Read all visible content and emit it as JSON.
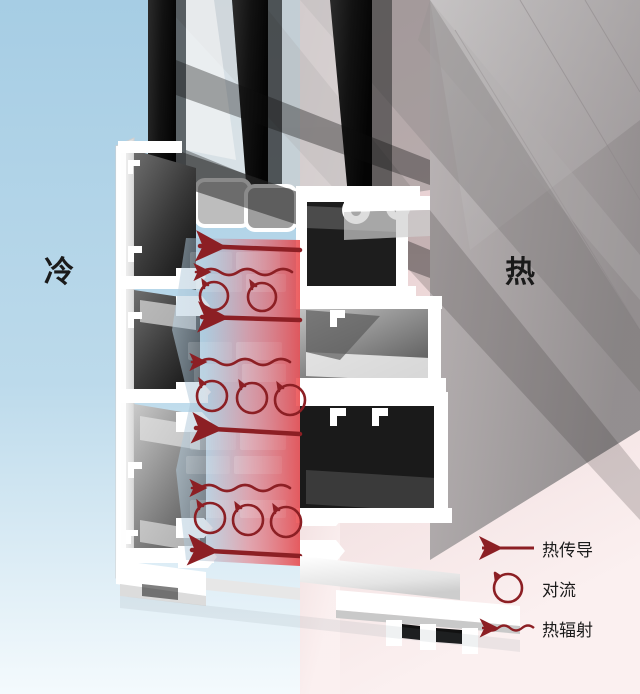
{
  "illustration": {
    "title": "Thermally broken aluminium window profile cutaway",
    "side_labels": {
      "cold": "冷",
      "hot": "热"
    },
    "colors": {
      "cold_background": "#a8cee4",
      "cold_background_fade": "#f2f8fb",
      "hot_background": "#e8d2d4",
      "hot_background_fade": "#fbf1f1",
      "arrow_red": "#8c1f24",
      "heat_overlay": "#e8494a",
      "profile_white": "#ffffff",
      "profile_gray": "#9a9a9a",
      "profile_dark": "#1a1a1a"
    }
  },
  "legend": {
    "items": [
      {
        "icon": "straight-arrow-icon",
        "label": "热传导"
      },
      {
        "icon": "circular-arrow-icon",
        "label": "对流"
      },
      {
        "icon": "wavy-arrow-icon",
        "label": "热辐射"
      }
    ]
  },
  "thermal_break": {
    "chambers": [
      {
        "name": "upper-chamber",
        "convection_circles": 2,
        "radiation_arrows": 1,
        "conduction_arrows": 2
      },
      {
        "name": "middle-chamber",
        "convection_circles": 3,
        "radiation_arrows": 1,
        "conduction_arrows": 2
      },
      {
        "name": "lower-chamber",
        "convection_circles": 3,
        "radiation_arrows": 1,
        "conduction_arrows": 2
      }
    ]
  }
}
